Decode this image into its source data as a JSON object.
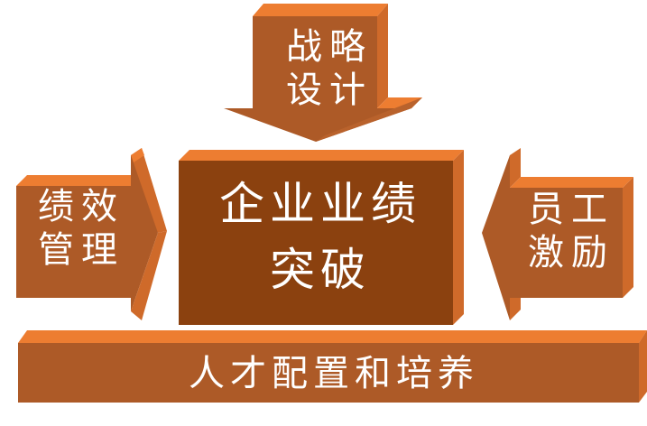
{
  "diagram": {
    "title": "企业业绩突破",
    "center": {
      "line1": "企业业绩",
      "line2": "突破"
    },
    "top_arrow": {
      "line1": "战略",
      "line2": "设计",
      "direction": "down"
    },
    "left_arrow": {
      "line1": "绩效",
      "line2": "管理",
      "direction": "right"
    },
    "right_arrow": {
      "line1": "员工",
      "line2": "激励",
      "direction": "left"
    },
    "bottom_bar": {
      "label": "人才配置和培养"
    }
  },
  "colors": {
    "center_face": "#8B410F",
    "box_face": "#AD5A27",
    "box_top": "#ED7D31",
    "box_side": "#CF6A2A",
    "text": "#FFFFFF"
  }
}
